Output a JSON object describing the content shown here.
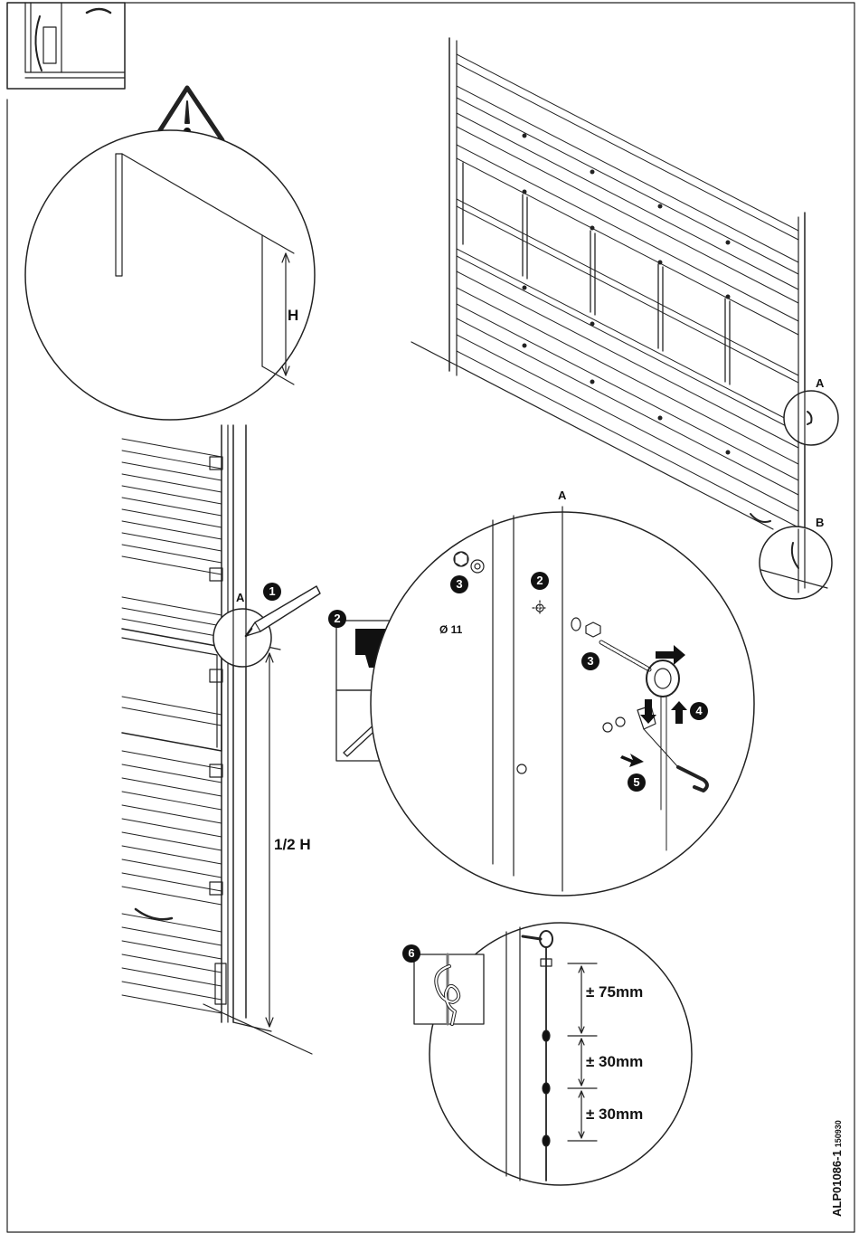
{
  "labels": {
    "height": "H",
    "half_height": "1/2 H",
    "detail_a": "A",
    "detail_b": "B",
    "drill_size": "Ø 11"
  },
  "steps": [
    "1",
    "2",
    "3",
    "4",
    "5",
    "6"
  ],
  "dimensions": {
    "first_knot": "± 75mm",
    "second_knot": "± 30mm",
    "third_knot": "± 30mm"
  },
  "document": {
    "code": "ALP01086-1",
    "revision": "150930"
  },
  "icons": [
    "warning-icon",
    "pencil-icon",
    "drill-icon",
    "wrench-icon",
    "knot-icon"
  ]
}
